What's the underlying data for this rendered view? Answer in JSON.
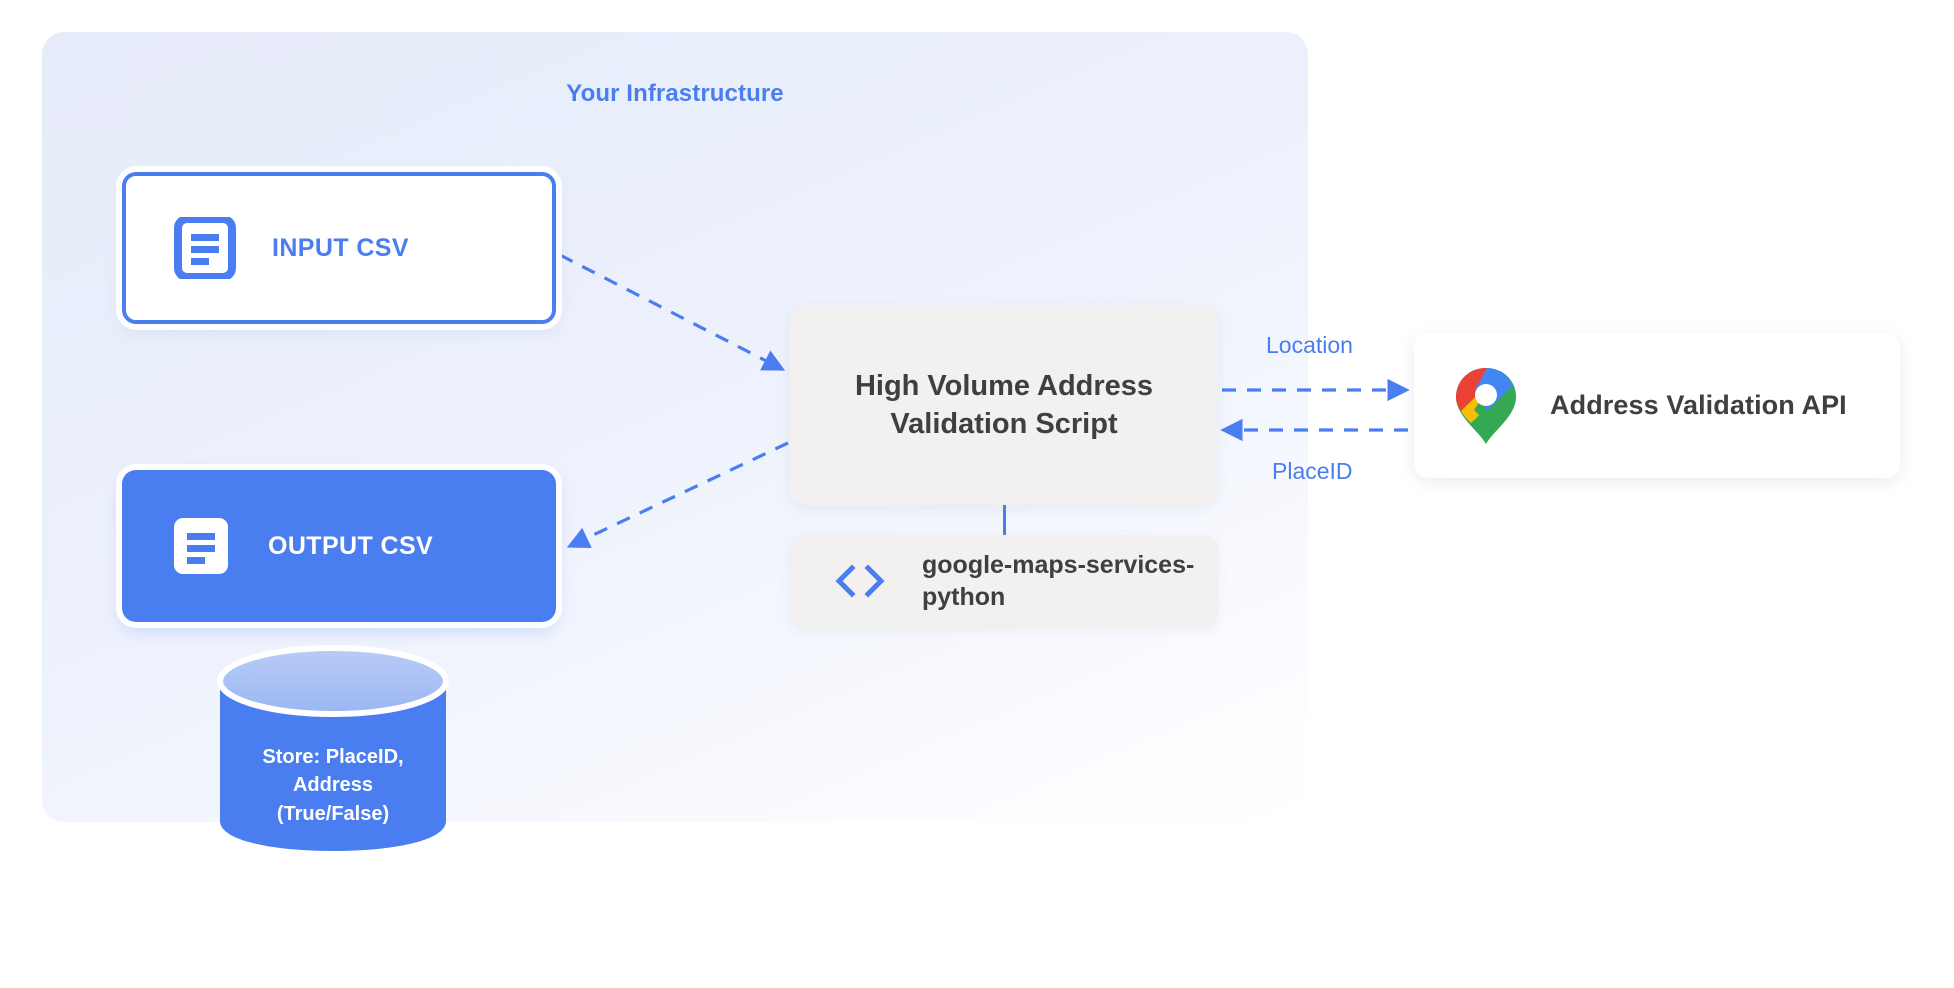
{
  "panel": {
    "title": "Your Infrastructure",
    "accent_color": "#4a7ef0",
    "background_color": "#e8edfa"
  },
  "nodes": {
    "input_csv": {
      "label": "INPUT CSV",
      "icon": "document-icon",
      "style": "outlined",
      "border_color": "#4a7ef0",
      "text_color": "#4a7ef0"
    },
    "output_csv": {
      "label": "OUTPUT CSV",
      "icon": "document-icon",
      "style": "filled",
      "fill_color": "#4a7ef0",
      "text_color": "#ffffff"
    },
    "script": {
      "label": "High Volume Address Validation Script",
      "fill_color": "#f2f1ef",
      "text_color": "#3d4043"
    },
    "library": {
      "label": "google-maps-services-python",
      "icon": "code-brackets-icon",
      "fill_color": "#f2f1ef",
      "text_color": "#3d4043"
    },
    "api": {
      "label": "Address Validation API",
      "icon": "google-maps-pin-icon",
      "fill_color": "#ffffff",
      "text_color": "#3d4043"
    },
    "datastore": {
      "label": "Store: PlaceID, Address (True/False)",
      "label_lines": [
        "Store: PlaceID,",
        "Address",
        "(True/False)"
      ],
      "shape": "cylinder",
      "fill_color": "#4a7ef0",
      "top_color": "#a9c1f5",
      "text_color": "#ffffff"
    }
  },
  "edges": [
    {
      "name": "input-to-script",
      "label": "",
      "from": "input_csv",
      "to": "script",
      "style": "dashed",
      "direction": "forward"
    },
    {
      "name": "script-to-output",
      "label": "",
      "from": "script",
      "to": "output_csv",
      "style": "dashed",
      "direction": "forward"
    },
    {
      "name": "script-to-api",
      "label": "Location",
      "from": "script",
      "to": "api",
      "style": "dashed",
      "direction": "forward"
    },
    {
      "name": "api-to-script",
      "label": "PlaceID",
      "from": "api",
      "to": "script",
      "style": "dashed",
      "direction": "backward"
    },
    {
      "name": "script-to-library",
      "label": "",
      "from": "script",
      "to": "library",
      "style": "solid",
      "direction": "none"
    }
  ],
  "edge_labels": {
    "location": "Location",
    "placeid": "PlaceID"
  }
}
